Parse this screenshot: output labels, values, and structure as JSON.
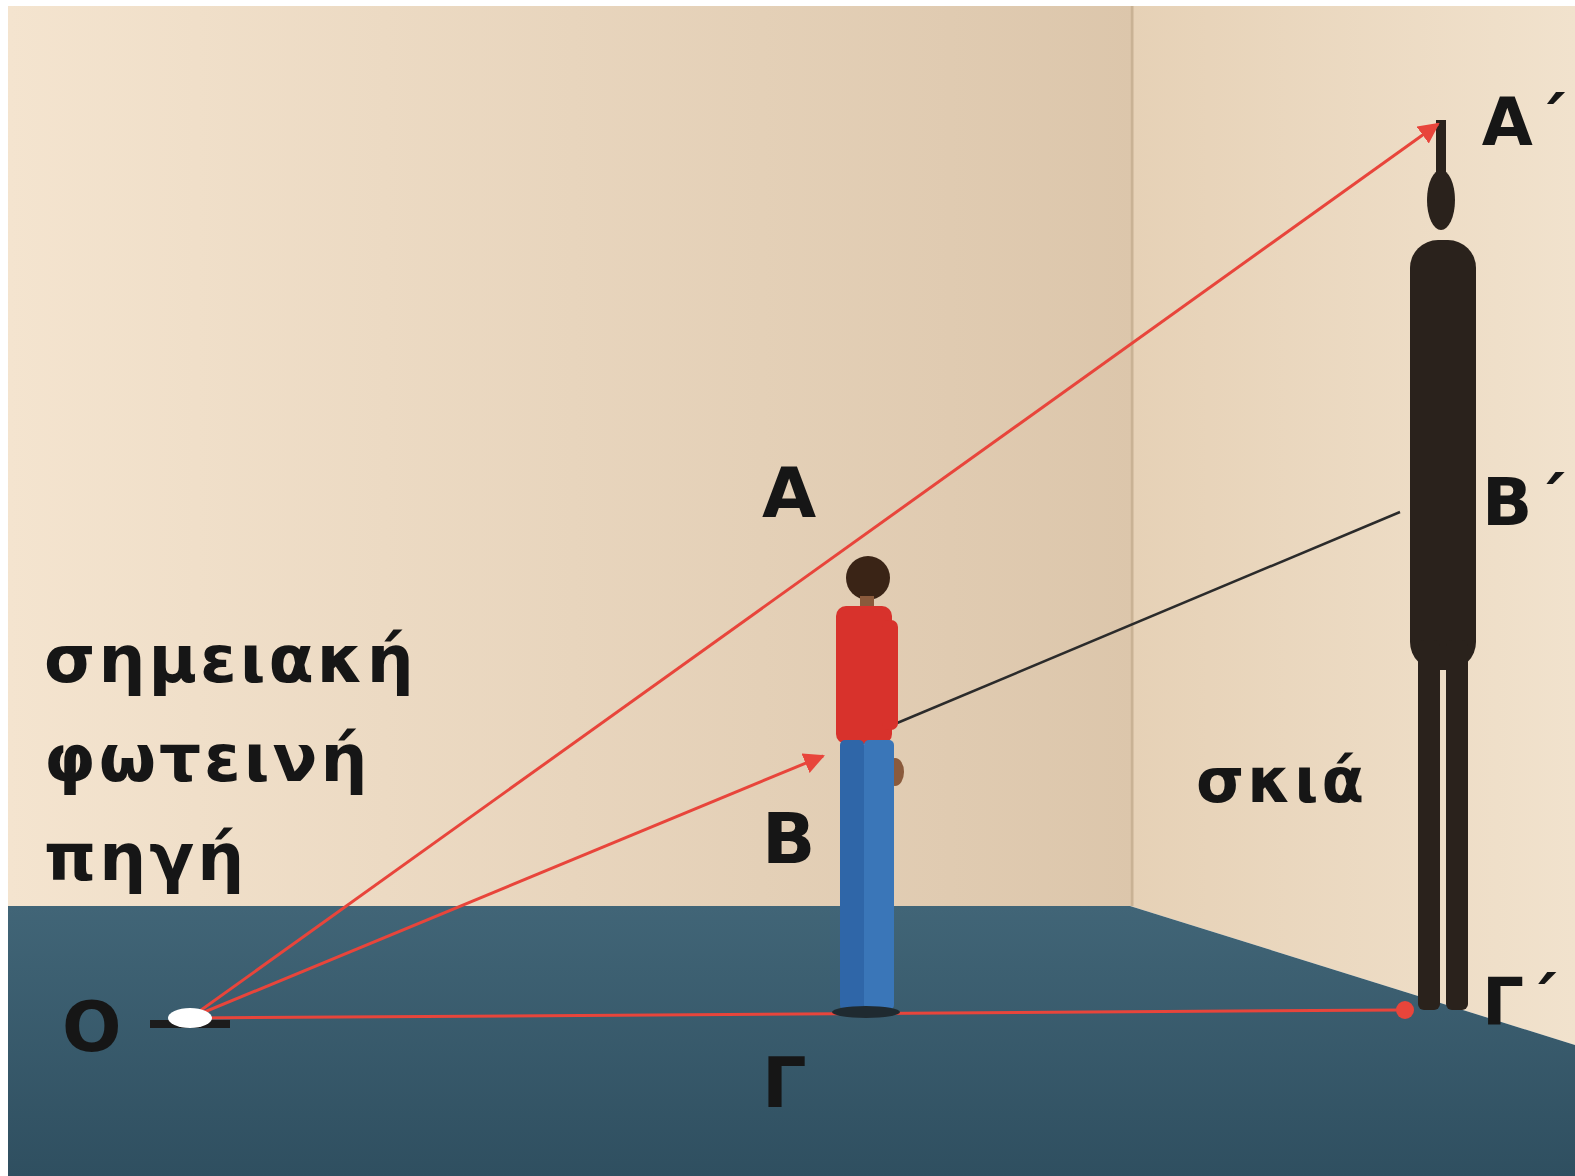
{
  "diagram": {
    "labels": [
      "σημειακή φωτεινή πηγή",
      "Ο",
      "Α",
      "Β",
      "Γ",
      "Α΄",
      "Β΄",
      "Γ΄",
      "σκιά"
    ]
  }
}
